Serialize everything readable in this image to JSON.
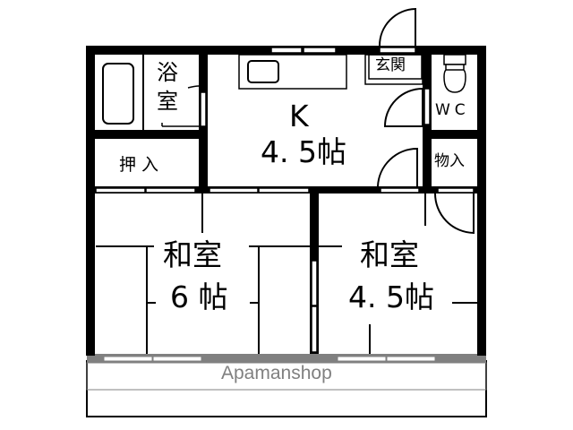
{
  "floor_plan": {
    "type": "Japanese apartment floor plan (2K)",
    "rooms": [
      {
        "id": "bath",
        "label_line1": "浴",
        "label_line2": "室",
        "meaning": "Bathroom"
      },
      {
        "id": "closet-left",
        "label": "押入",
        "meaning": "Closet"
      },
      {
        "id": "kitchen",
        "label_line1": "K",
        "label_line2": "4.5帖",
        "meaning": "Kitchen 4.5 tatami"
      },
      {
        "id": "entrance",
        "label": "玄関",
        "meaning": "Entrance"
      },
      {
        "id": "toilet",
        "label": "WC",
        "meaning": "Toilet"
      },
      {
        "id": "storage",
        "label": "物入",
        "meaning": "Storage"
      },
      {
        "id": "washitsu-6",
        "label_line1": "和室",
        "label_line2": "6帖",
        "meaning": "Japanese room 6 tatami"
      },
      {
        "id": "washitsu-45",
        "label_line1": "和室",
        "label_line2": "4.5帖",
        "meaning": "Japanese room 4.5 tatami"
      }
    ],
    "balcony": {
      "present": true
    },
    "watermark": "Apamanshop"
  },
  "labels": {
    "bath_1": "浴",
    "bath_2": "室",
    "closet": "押入",
    "kitchen_k": "K",
    "kitchen_size": "4. 5帖",
    "entrance": "玄関",
    "wc": "WC",
    "storage": "物入",
    "room6_name": "和室",
    "room6_size": "6 帖",
    "room45_name": "和室",
    "room45_size": "4. 5帖"
  },
  "colors": {
    "wall": "#000000",
    "balcony_wall": "#808080",
    "watermark": "#808080",
    "background": "#ffffff"
  }
}
